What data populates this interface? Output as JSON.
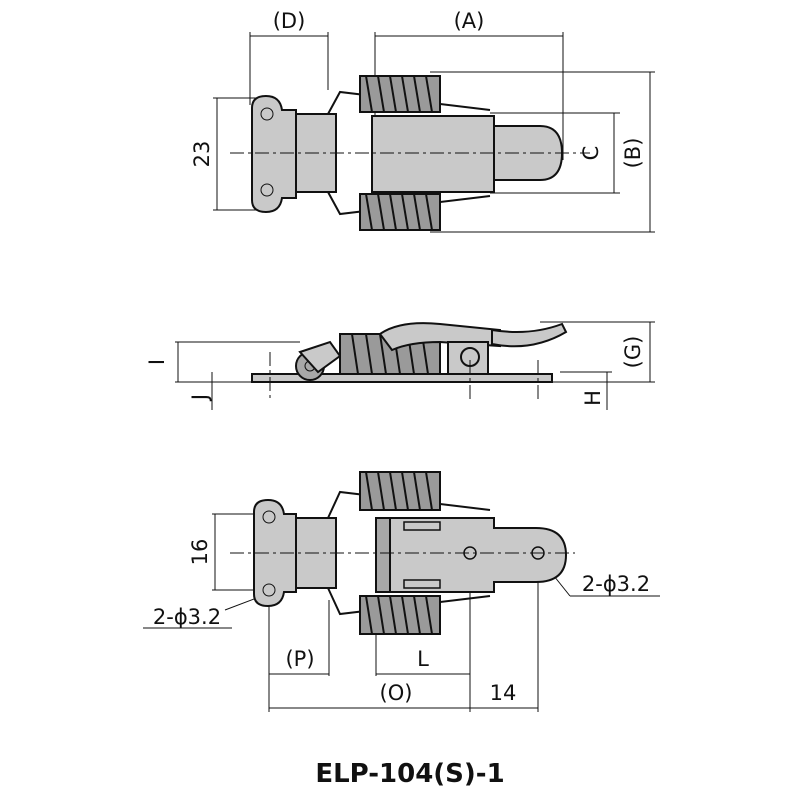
{
  "drawing": {
    "part_number": "ELP-104(S)-1",
    "top_view": {
      "label_D": "(D)",
      "label_A": "(A)",
      "label_23": "23",
      "label_C": "C",
      "label_B": "(B)"
    },
    "side_view": {
      "label_I": "I",
      "label_J": "J",
      "label_G": "(G)",
      "label_H": "H"
    },
    "bottom_view": {
      "label_16": "16",
      "label_hole_left": "2-ϕ3.2",
      "label_hole_right": "2-ϕ3.2",
      "label_P": "(P)",
      "label_L": "L",
      "label_O": "(O)",
      "label_14": "14"
    }
  }
}
